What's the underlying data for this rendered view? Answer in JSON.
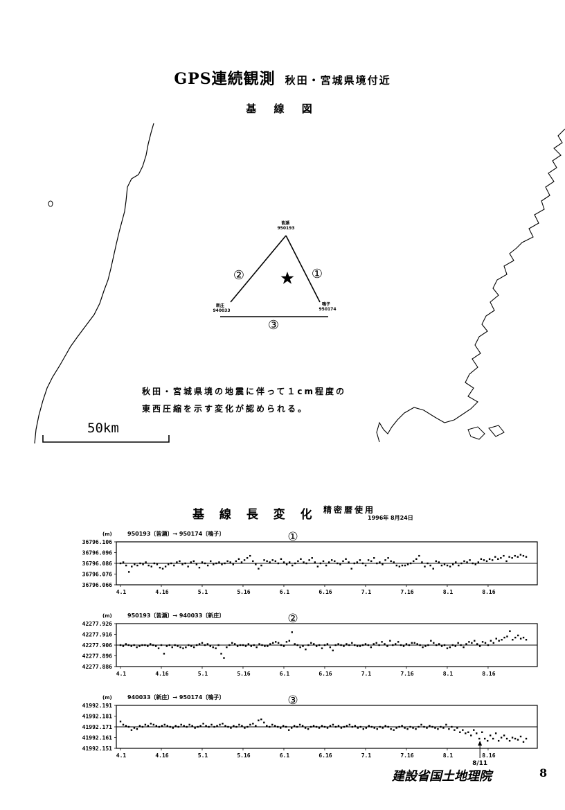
{
  "header": {
    "title": "GPS連続観測",
    "subtitle": "秋田・宮城県境付近",
    "map_heading": "基 線 図"
  },
  "map": {
    "stations": [
      {
        "name": "皆瀬",
        "code": "950193"
      },
      {
        "name": "新庄",
        "code": "940033"
      },
      {
        "name": "鳴子",
        "code": "950174"
      }
    ],
    "baselines": [
      {
        "marker": "①"
      },
      {
        "marker": "②"
      },
      {
        "marker": "③"
      }
    ],
    "note_line1": "秋田・宮城県境の地震に伴って１cm程度の",
    "note_line2": "東西圧縮を示す変化が認められる。",
    "scale_label": "50km"
  },
  "change_section": {
    "title": "基 線 長 変 化",
    "ephemeris": "精密暦使用",
    "date": "1996年 8月24日"
  },
  "chart_data": [
    {
      "type": "scatter",
      "marker": "①",
      "unit": "(m)",
      "header": "950193〔皆瀬〕→ 950174〔鳴子〕",
      "ytick_labels": [
        "36796.106",
        "36796.096",
        "36796.086",
        "36796.076",
        "36796.066"
      ],
      "ylim": [
        36796.066,
        36796.106
      ],
      "xtick_labels": [
        "4.1",
        "4.16",
        "5.1",
        "5.16",
        "6.1",
        "6.16",
        "7.1",
        "7.16",
        "8.1",
        "8.16"
      ],
      "x_range_days": [
        0,
        149
      ],
      "reference_value": 36796.086,
      "values": [
        36796.086,
        36796.087,
        36796.084,
        36796.078,
        36796.083,
        36796.085,
        36796.084,
        36796.086,
        36796.085,
        36796.087,
        36796.084,
        36796.083,
        36796.086,
        36796.085,
        36796.082,
        36796.081,
        36796.083,
        36796.085,
        36796.086,
        36796.084,
        36796.087,
        36796.088,
        36796.085,
        36796.086,
        36796.083,
        36796.087,
        36796.088,
        36796.085,
        36796.082,
        36796.087,
        36796.086,
        36796.084,
        36796.088,
        36796.085,
        36796.086,
        36796.087,
        36796.085,
        36796.086,
        36796.088,
        36796.087,
        36796.085,
        36796.088,
        36796.09,
        36796.087,
        36796.089,
        36796.091,
        36796.093,
        36796.088,
        36796.085,
        36796.081,
        36796.084,
        36796.089,
        36796.088,
        36796.087,
        36796.089,
        36796.088,
        36796.086,
        36796.09,
        36796.087,
        36796.085,
        36796.087,
        36796.084,
        36796.086,
        36796.088,
        36796.09,
        36796.087,
        36796.086,
        36796.089,
        36796.091,
        36796.087,
        36796.083,
        36796.086,
        36796.088,
        36796.084,
        36796.087,
        36796.089,
        36796.088,
        36796.086,
        36796.085,
        36796.088,
        36796.09,
        36796.087,
        36796.081,
        36796.086,
        36796.087,
        36796.089,
        36796.086,
        36796.084,
        36796.089,
        36796.088,
        36796.091,
        36796.086,
        36796.087,
        36796.085,
        36796.089,
        36796.091,
        36796.088,
        36796.087,
        36796.084,
        36796.083,
        36796.084,
        36796.084,
        36796.085,
        36796.086,
        36796.088,
        36796.09,
        36796.093,
        36796.087,
        36796.083,
        36796.086,
        36796.084,
        36796.081,
        36796.088,
        36796.087,
        36796.084,
        36796.085,
        36796.084,
        36796.083,
        36796.085,
        36796.087,
        36796.084,
        36796.086,
        36796.088,
        36796.087,
        36796.089,
        36796.086,
        36796.085,
        36796.087,
        36796.09,
        36796.089,
        36796.088,
        36796.09,
        36796.089,
        36796.092,
        36796.09,
        36796.091,
        36796.093,
        36796.088,
        36796.092,
        36796.091,
        36796.093,
        36796.092,
        36796.094,
        36796.093,
        36796.092
      ]
    },
    {
      "type": "scatter",
      "marker": "②",
      "unit": "(m)",
      "header": "950193〔皆瀬〕→ 940033〔新庄〕",
      "ytick_labels": [
        "42277.926",
        "42277.916",
        "42277.906",
        "42277.896",
        "42277.886"
      ],
      "ylim": [
        42277.886,
        42277.926
      ],
      "xtick_labels": [
        "4.1",
        "4.16",
        "5.1",
        "5.16",
        "6.1",
        "6.16",
        "7.1",
        "7.16",
        "8.1",
        "8.16"
      ],
      "x_range_days": [
        0,
        149
      ],
      "reference_value": 42277.906,
      "values": [
        42277.906,
        42277.905,
        42277.907,
        42277.906,
        42277.905,
        42277.906,
        42277.904,
        42277.905,
        42277.906,
        42277.906,
        42277.905,
        42277.907,
        42277.906,
        42277.905,
        42277.903,
        42277.906,
        42277.898,
        42277.905,
        42277.906,
        42277.904,
        42277.906,
        42277.905,
        42277.904,
        42277.903,
        42277.904,
        42277.906,
        42277.905,
        42277.904,
        42277.906,
        42277.907,
        42277.908,
        42277.906,
        42277.907,
        42277.905,
        42277.904,
        42277.903,
        42277.906,
        42277.898,
        42277.894,
        42277.904,
        42277.906,
        42277.908,
        42277.907,
        42277.905,
        42277.906,
        42277.906,
        42277.905,
        42277.907,
        42277.905,
        42277.906,
        42277.904,
        42277.907,
        42277.906,
        42277.905,
        42277.905,
        42277.907,
        42277.908,
        42277.909,
        42277.908,
        42277.906,
        42277.905,
        42277.909,
        42277.91,
        42277.918,
        42277.907,
        42277.906,
        42277.904,
        42277.905,
        42277.902,
        42277.906,
        42277.908,
        42277.907,
        42277.905,
        42277.906,
        42277.903,
        42277.906,
        42277.907,
        42277.904,
        42277.901,
        42277.906,
        42277.907,
        42277.906,
        42277.905,
        42277.907,
        42277.906,
        42277.908,
        42277.906,
        42277.905,
        42277.905,
        42277.906,
        42277.907,
        42277.906,
        42277.904,
        42277.907,
        42277.908,
        42277.906,
        42277.909,
        42277.907,
        42277.905,
        42277.91,
        42277.906,
        42277.907,
        42277.909,
        42277.906,
        42277.905,
        42277.907,
        42277.906,
        42277.908,
        42277.908,
        42277.907,
        42277.906,
        42277.904,
        42277.905,
        42277.906,
        42277.91,
        42277.908,
        42277.906,
        42277.907,
        42277.905,
        42277.906,
        42277.903,
        42277.904,
        42277.906,
        42277.905,
        42277.908,
        42277.906,
        42277.904,
        42277.907,
        42277.909,
        42277.908,
        42277.91,
        42277.907,
        42277.905,
        42277.909,
        42277.908,
        42277.906,
        42277.91,
        42277.908,
        42277.912,
        42277.91,
        42277.911,
        42277.913,
        42277.914,
        42277.919,
        42277.911,
        42277.913,
        42277.915,
        42277.912,
        42277.913,
        42277.911
      ]
    },
    {
      "type": "scatter",
      "marker": "③",
      "unit": "(m)",
      "header": "940033〔新庄〕→ 950174〔鳴子〕",
      "ytick_labels": [
        "41992.191",
        "41992.181",
        "41992.171",
        "41992.161",
        "41992.151"
      ],
      "ylim": [
        41992.151,
        41992.191
      ],
      "xtick_labels": [
        "4.1",
        "4.16",
        "5.1",
        "5.16",
        "6.1",
        "6.16",
        "7.1",
        "7.16",
        "8.1",
        "8.16"
      ],
      "x_range_days": [
        0,
        149
      ],
      "reference_value": 41992.171,
      "annotation": {
        "label": "8/11",
        "day": 132
      },
      "values": [
        41992.176,
        41992.173,
        41992.172,
        41992.171,
        41992.168,
        41992.17,
        41992.169,
        41992.172,
        41992.171,
        41992.173,
        41992.172,
        41992.174,
        41992.173,
        41992.172,
        41992.171,
        41992.172,
        41992.173,
        41992.172,
        41992.171,
        41992.17,
        41992.172,
        41992.171,
        41992.173,
        41992.172,
        41992.171,
        41992.173,
        41992.172,
        41992.17,
        41992.171,
        41992.172,
        41992.174,
        41992.172,
        41992.171,
        41992.173,
        41992.171,
        41992.172,
        41992.173,
        41992.174,
        41992.172,
        41992.171,
        41992.17,
        41992.172,
        41992.171,
        41992.173,
        41992.172,
        41992.17,
        41992.171,
        41992.173,
        41992.174,
        41992.172,
        41992.177,
        41992.178,
        41992.175,
        41992.172,
        41992.171,
        41992.173,
        41992.172,
        41992.171,
        41992.17,
        41992.172,
        41992.171,
        41992.168,
        41992.17,
        41992.172,
        41992.171,
        41992.173,
        41992.172,
        41992.17,
        41992.169,
        41992.171,
        41992.172,
        41992.171,
        41992.17,
        41992.172,
        41992.171,
        41992.17,
        41992.172,
        41992.173,
        41992.171,
        41992.172,
        41992.17,
        41992.171,
        41992.172,
        41992.173,
        41992.171,
        41992.172,
        41992.17,
        41992.171,
        41992.169,
        41992.17,
        41992.172,
        41992.171,
        41992.17,
        41992.169,
        41992.171,
        41992.17,
        41992.172,
        41992.171,
        41992.169,
        41992.168,
        41992.17,
        41992.171,
        41992.172,
        41992.17,
        41992.169,
        41992.171,
        41992.17,
        41992.169,
        41992.171,
        41992.173,
        41992.171,
        41992.17,
        41992.172,
        41992.171,
        41992.17,
        41992.169,
        41992.171,
        41992.17,
        41992.173,
        41992.169,
        41992.171,
        41992.168,
        41992.17,
        41992.166,
        41992.168,
        41992.165,
        41992.166,
        41992.163,
        41992.168,
        41992.165,
        41992.16,
        41992.166,
        41992.16,
        41992.158,
        41992.163,
        41992.16,
        41992.165,
        41992.158,
        41992.161,
        41992.163,
        41992.16,
        41992.158,
        41992.161,
        41992.16,
        41992.159,
        41992.162,
        41992.157,
        41992.16
      ]
    }
  ],
  "footer": {
    "organization": "建設省国土地理院",
    "page_number": "8"
  }
}
